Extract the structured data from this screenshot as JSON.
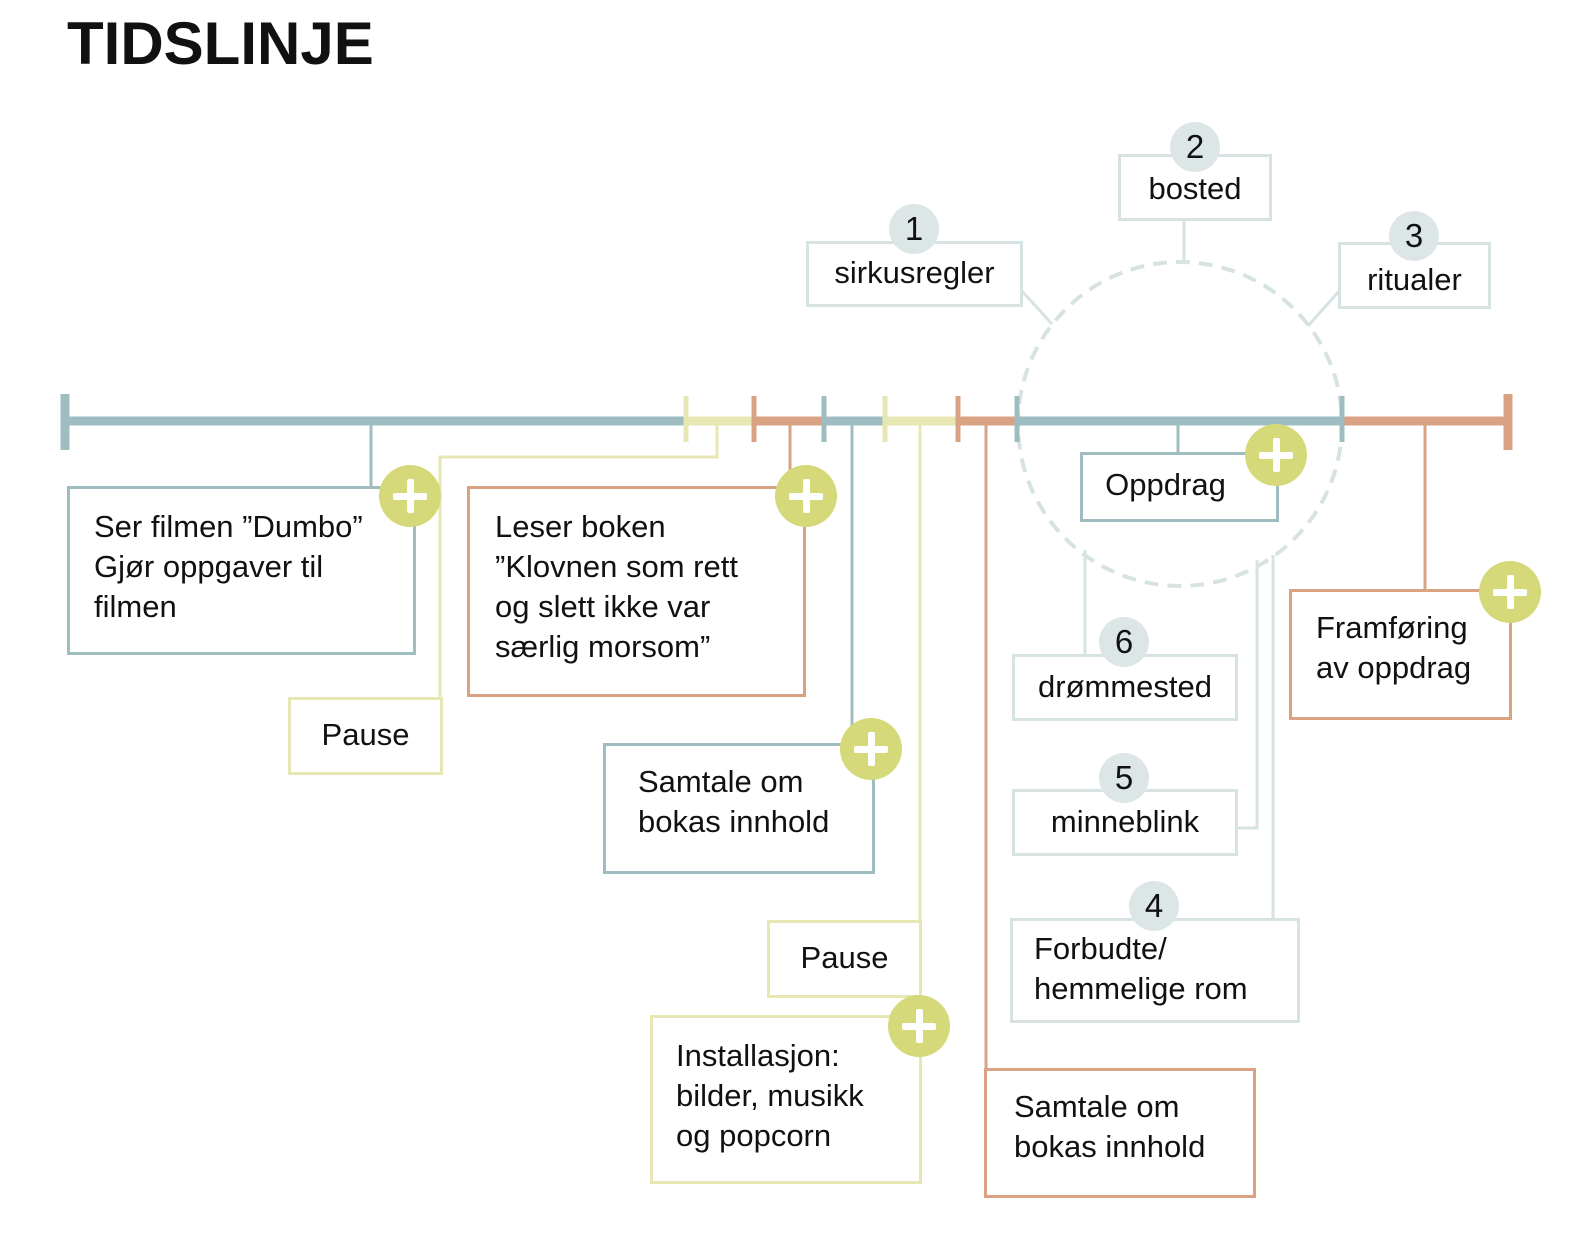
{
  "title": "TIDSLINJE",
  "colors": {
    "blue": "#9fbcc0",
    "yellow": "#e6e7b2",
    "orange": "#d9a283",
    "light_blue": "#d7e3e3",
    "plus_green": "#d6d97a"
  },
  "timeline_boxes": [
    {
      "text": "Ser filmen ”Dumbo”\nGjør oppgaver til\nfilmen",
      "color": "blue"
    },
    {
      "text": "Pause",
      "color": "yellow"
    },
    {
      "text": "Leser boken\n”Klovnen som rett\nog slett ikke var\nsærlig morsom”",
      "color": "orange"
    },
    {
      "text": "Samtale om\nbokas innhold",
      "color": "blue"
    },
    {
      "text": "Pause",
      "color": "yellow"
    },
    {
      "text": "Installasjon:\nbilder, musikk\nog popcorn",
      "color": "yellow"
    },
    {
      "text": "Samtale om\nbokas innhold",
      "color": "orange"
    },
    {
      "text": "Oppdrag",
      "color": "blue"
    },
    {
      "text": "Framføring\nav oppdrag",
      "color": "orange"
    }
  ],
  "mission_items": [
    {
      "number": "1",
      "label": "sirkusregler"
    },
    {
      "number": "2",
      "label": "bosted"
    },
    {
      "number": "3",
      "label": "ritualer"
    },
    {
      "number": "4",
      "label": "Forbudte/\nhemmelige rom"
    },
    {
      "number": "5",
      "label": "minneblink"
    },
    {
      "number": "6",
      "label": "drømmested"
    }
  ],
  "expand_icon": "plus-icon"
}
